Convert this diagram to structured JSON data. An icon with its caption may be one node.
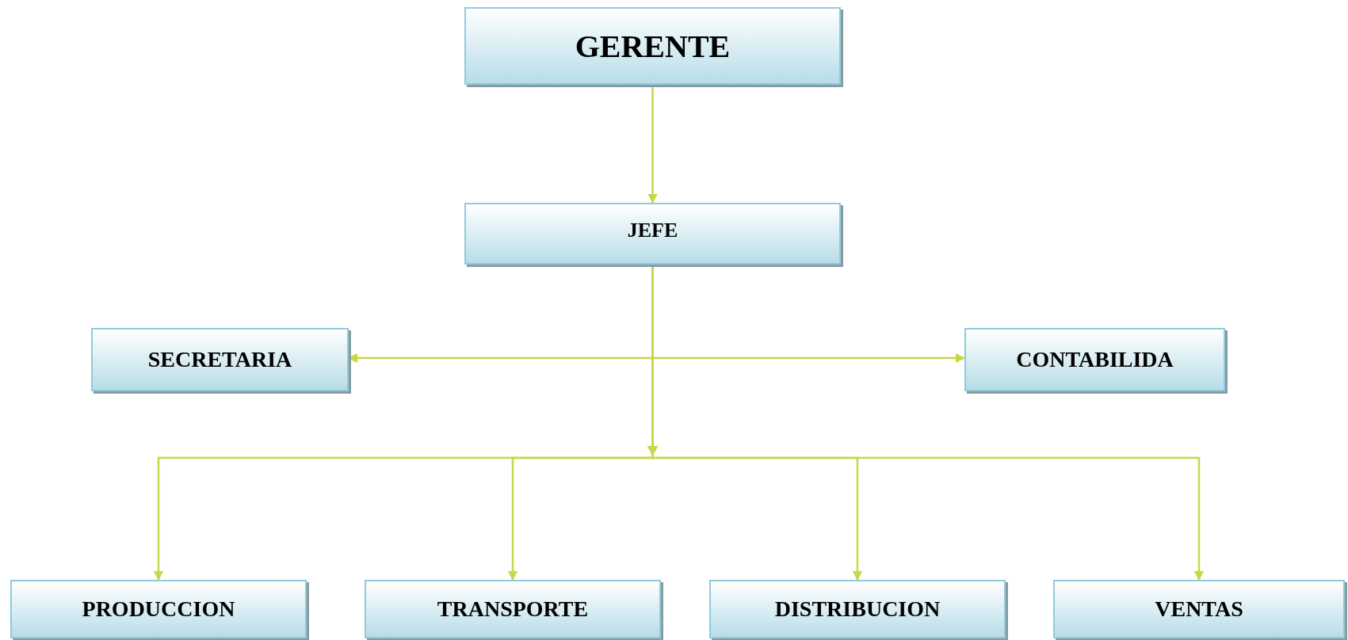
{
  "diagram": {
    "nodes": [
      {
        "text": [
          "GERENTE"
        ]
      },
      {
        "text": [
          "JEFE"
        ]
      },
      {
        "text": [
          "SECRETARIA"
        ]
      },
      {
        "text": [
          "CONTABILIDA"
        ]
      },
      {
        "text": [
          "PRODUCCION"
        ]
      },
      {
        "text": [
          "TRANSPORTE"
        ]
      },
      {
        "text": [
          "DISTRIBUCION"
        ]
      },
      {
        "text": [
          "VENTAS"
        ]
      }
    ],
    "edges": [
      {
        "from": 0,
        "to": 1,
        "arrow": "to"
      },
      {
        "from": 1,
        "to": 2,
        "arrow": "to"
      },
      {
        "from": 1,
        "to": 3,
        "arrow": "to"
      },
      {
        "from": 1,
        "to": 4,
        "arrow": "to"
      },
      {
        "from": 1,
        "to": 5,
        "arrow": "to"
      },
      {
        "from": 1,
        "to": 6,
        "arrow": "to"
      },
      {
        "from": 1,
        "to": 7,
        "arrow": "to"
      }
    ]
  }
}
